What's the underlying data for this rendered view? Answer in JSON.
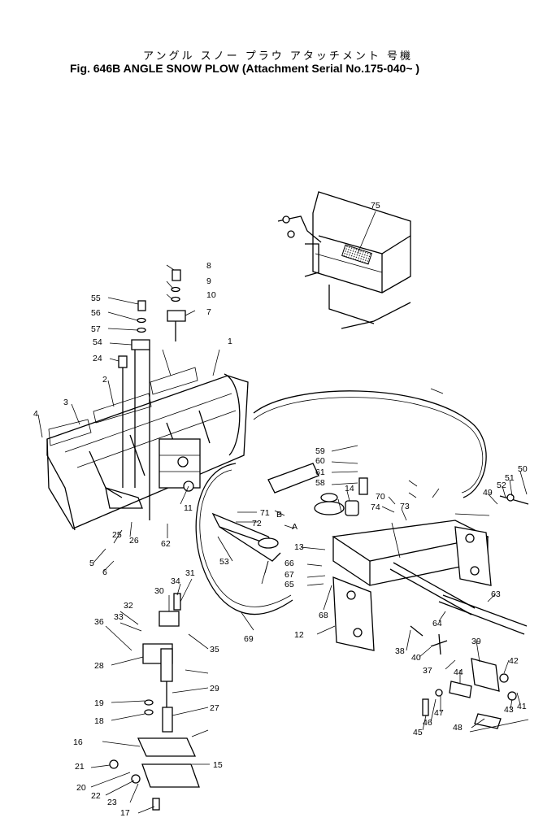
{
  "title": {
    "japanese": "アングル スノー プラウ アタッチメント 号機",
    "english": "Fig. 646B  ANGLE SNOW PLOW (Attachment Serial No.175-040~ )"
  },
  "part_labels": [
    "1",
    "2",
    "3",
    "4",
    "5",
    "6",
    "8",
    "9",
    "10",
    "7",
    "11",
    "12",
    "13",
    "14",
    "15",
    "16",
    "17",
    "18",
    "19",
    "20",
    "21",
    "22",
    "23",
    "24",
    "25",
    "26",
    "27",
    "28",
    "29",
    "30",
    "31",
    "32",
    "33",
    "34",
    "35",
    "36",
    "37",
    "38",
    "39",
    "40",
    "41",
    "42",
    "43",
    "44",
    "45",
    "46",
    "47",
    "48",
    "49",
    "50",
    "51",
    "52",
    "53",
    "54",
    "55",
    "56",
    "57",
    "58",
    "59",
    "60",
    "61",
    "62",
    "63",
    "64",
    "65",
    "66",
    "67",
    "68",
    "69",
    "70",
    "71",
    "72",
    "73",
    "74",
    "75",
    "A",
    "B"
  ]
}
